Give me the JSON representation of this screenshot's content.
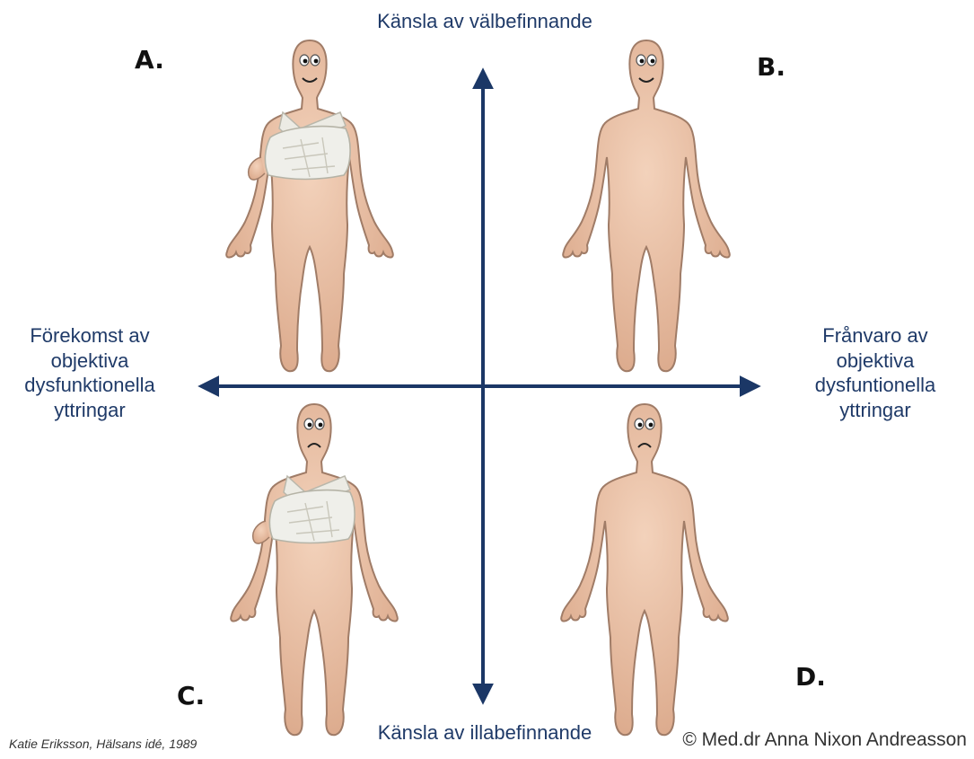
{
  "axes": {
    "top": "Känsla av välbefinnande",
    "bottom": "Känsla av illabefinnande",
    "left": [
      "Förekomst av",
      "objektiva",
      "dysfunktionella",
      "yttringar"
    ],
    "right": [
      "Frånvaro av",
      "objektiva",
      "dysfuntionella",
      "yttringar"
    ]
  },
  "quadrants": {
    "A": "A.",
    "B": "B.",
    "C": "C.",
    "D": "D."
  },
  "figures": [
    {
      "id": "A",
      "mood": "happy",
      "arm_sling": true
    },
    {
      "id": "B",
      "mood": "happy",
      "arm_sling": false
    },
    {
      "id": "C",
      "mood": "sad",
      "arm_sling": true
    },
    {
      "id": "D",
      "mood": "sad",
      "arm_sling": false
    }
  ],
  "footer": {
    "citation": "Katie Eriksson, Hälsans idé, 1989",
    "copyright": "© Med.dr Anna Nixon Andreasson"
  },
  "colors": {
    "axis": "#1b3766",
    "label": "#1f3a68",
    "skin": "#e9bfa3",
    "skin_outline": "#a07c67",
    "bandage": "#efefea"
  }
}
